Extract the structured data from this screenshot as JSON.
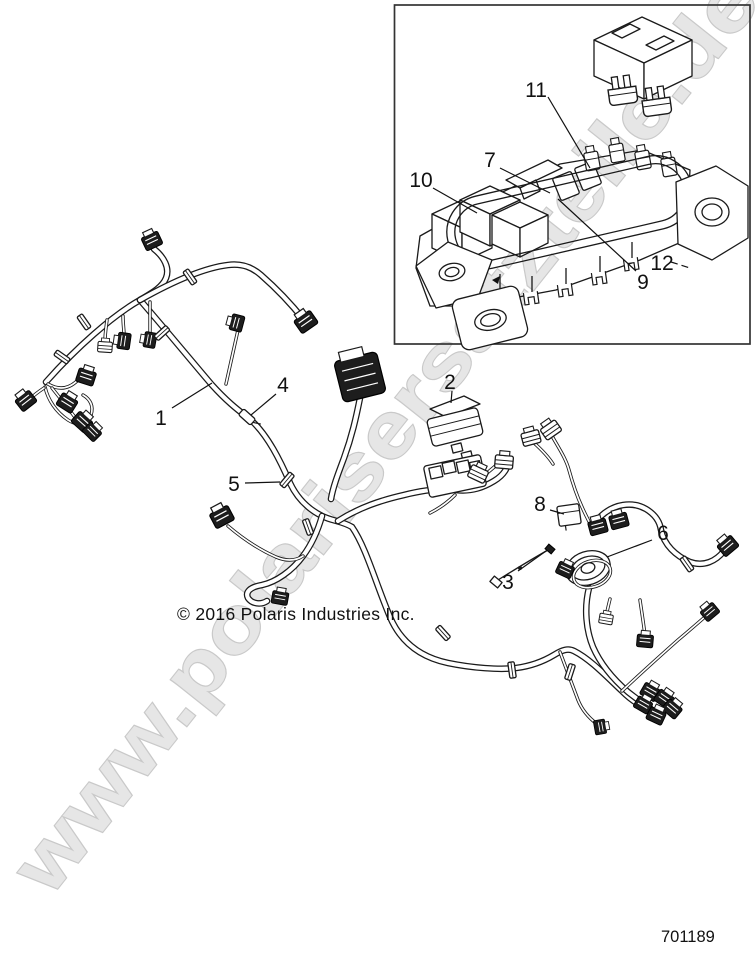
{
  "watermark": {
    "text": "www.polarisersatzteile.de",
    "fill_color": "#e6e6e6",
    "outline_color": "#c9c9c9"
  },
  "footer": {
    "copyright": "© 2016 Polaris Industries Inc.",
    "part_number": "701189"
  },
  "diagram": {
    "type": "wiring-harness-parts-diagram",
    "line_color": "#1a1a1a",
    "callouts": [
      {
        "label": "1"
      },
      {
        "label": "2"
      },
      {
        "label": "3"
      },
      {
        "label": "4"
      },
      {
        "label": "5"
      },
      {
        "label": "6"
      },
      {
        "label": "7"
      },
      {
        "label": "8"
      },
      {
        "label": "9"
      },
      {
        "label": "10"
      },
      {
        "label": "11"
      },
      {
        "label": "12"
      }
    ]
  }
}
